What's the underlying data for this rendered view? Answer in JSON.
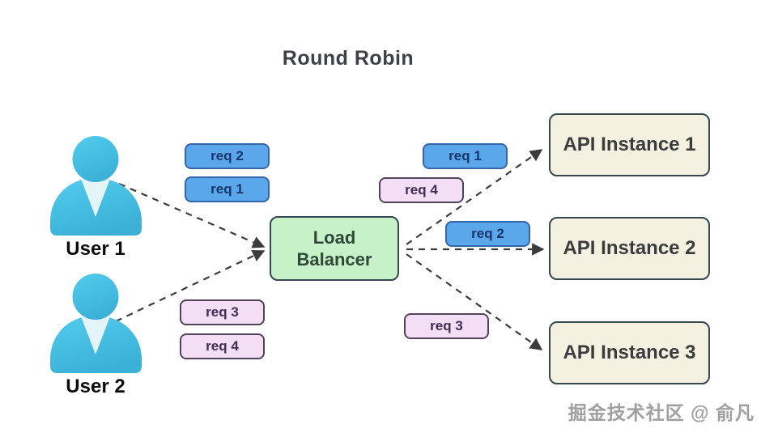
{
  "title": "Round Robin",
  "users": [
    {
      "label": "User 1"
    },
    {
      "label": "User 2"
    }
  ],
  "load_balancer": {
    "label": "Load Balancer"
  },
  "instances": [
    {
      "label": "API Instance 1"
    },
    {
      "label": "API Instance 2"
    },
    {
      "label": "API Instance 3"
    }
  ],
  "request_badges": {
    "user1_queue": [
      {
        "label": "req 2",
        "color": "blue"
      },
      {
        "label": "req 1",
        "color": "blue"
      }
    ],
    "user2_queue": [
      {
        "label": "req 3",
        "color": "pink"
      },
      {
        "label": "req 4",
        "color": "pink"
      }
    ],
    "dispatch": [
      {
        "label": "req 1",
        "color": "blue"
      },
      {
        "label": "req 4",
        "color": "pink"
      },
      {
        "label": "req 2",
        "color": "blue"
      },
      {
        "label": "req 3",
        "color": "pink"
      }
    ]
  },
  "watermark": {
    "text": "掘金技术社区 @ 俞凡"
  },
  "icons": {
    "user": "user-icon"
  },
  "colors": {
    "title_text": "#3e4247",
    "badge_blue_fill": "#5aa7ec",
    "badge_blue_border": "#3765ab",
    "badge_blue_text": "#17366b",
    "badge_pink_fill": "#f3def6",
    "badge_pink_border": "#50435a",
    "badge_pink_text": "#3f2d55",
    "load_balancer_fill": "#c7f1c7",
    "instance_fill": "#f5f1e1",
    "box_border": "#37474f",
    "arrow": "#3c3c3c",
    "user_icon": "#45c0e5",
    "watermark_text": "#a0a0a0"
  }
}
